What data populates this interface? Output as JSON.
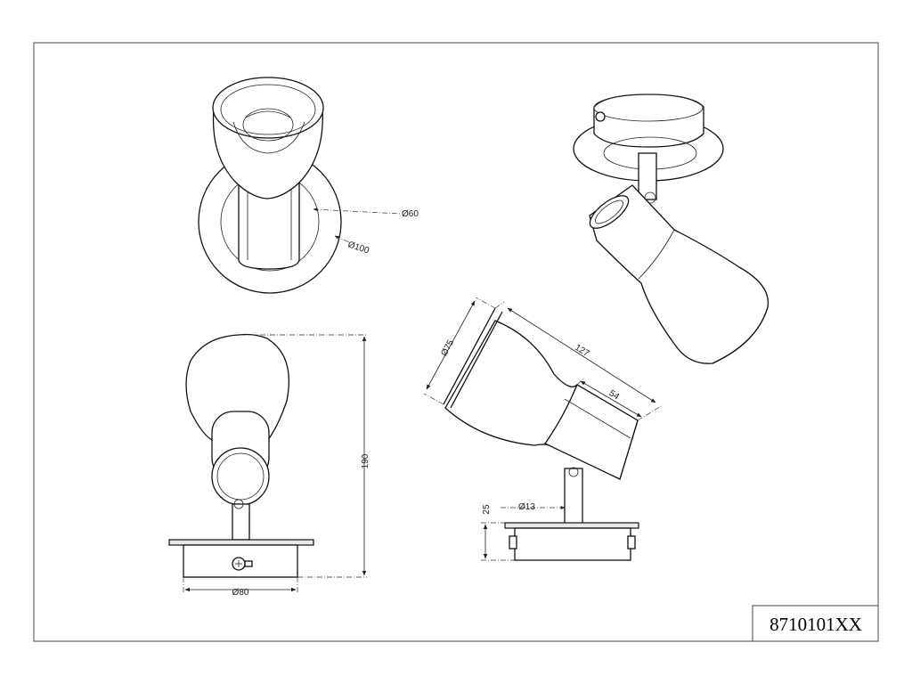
{
  "drawing": {
    "model_number": "8710101XX",
    "dimensions": {
      "d60": "Ø60",
      "d100": "Ø100",
      "h190": "190",
      "d80": "Ø80",
      "d75": "Ø75",
      "l127": "127",
      "l54": "54",
      "d13": "Ø13",
      "h25": "25"
    }
  }
}
